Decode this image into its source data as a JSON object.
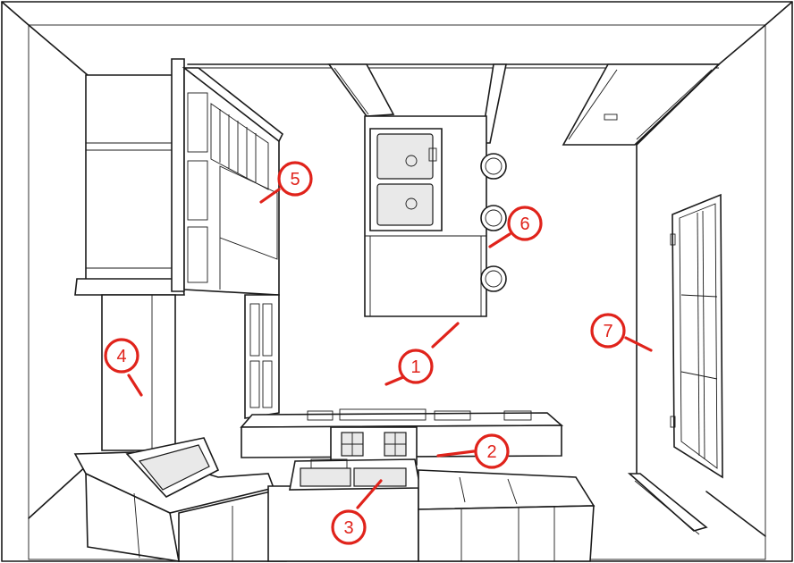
{
  "markers": [
    {
      "label": "1",
      "target": "floor-area"
    },
    {
      "label": "2",
      "target": "cooktop-range"
    },
    {
      "label": "3",
      "target": "base-cabinet-sink-counter"
    },
    {
      "label": "4",
      "target": "pantry-wall"
    },
    {
      "label": "5",
      "target": "wall-cabinets"
    },
    {
      "label": "6",
      "target": "bar-stools"
    },
    {
      "label": "7",
      "target": "window-wall"
    }
  ],
  "colors": {
    "marker": "#e0231b",
    "linework": "#1a1a1a",
    "background": "#ffffff"
  }
}
